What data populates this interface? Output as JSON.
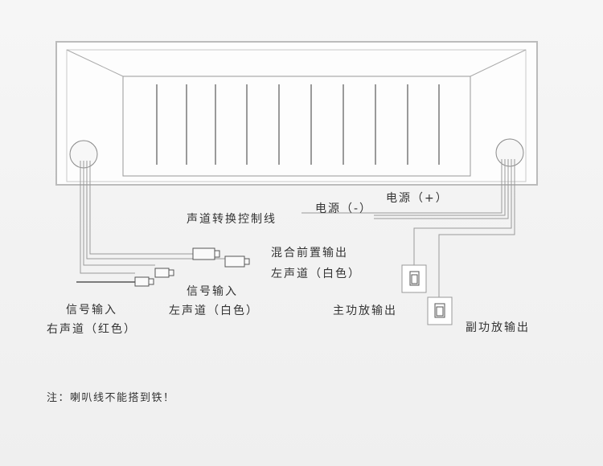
{
  "labels": {
    "speaker_switch": "声道转换控制线",
    "power_neg": "电源（-）",
    "power_pos": "电源（+）",
    "preout_line1": "混合前置输出",
    "preout_line2": "左声道（白色）",
    "sig_left_line1": "信号输入",
    "sig_left_line2": "左声道（白色）",
    "sig_right_line1": "信号输入",
    "sig_right_line2": "右声道（红色）",
    "main_amp": "主功放输出",
    "sub_amp": "副功放输出",
    "note": "注：喇叭线不能搭到铁！"
  },
  "colors": {
    "line": "#9a9a9a",
    "panel": "#fbfbfb",
    "dark_wire": "#666666"
  }
}
